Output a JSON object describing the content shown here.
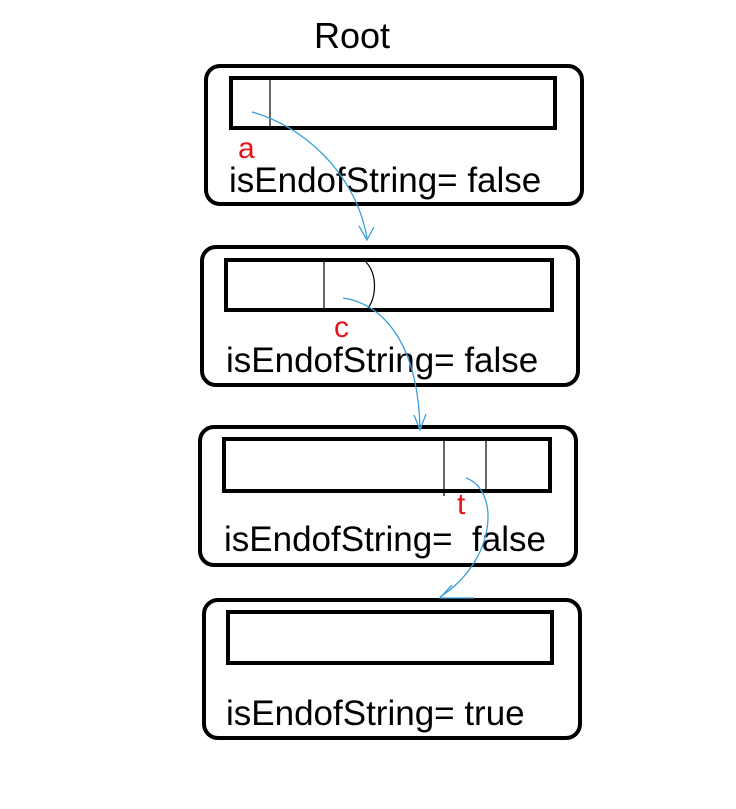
{
  "root_label": "Root",
  "nodes": [
    {
      "text": "isEndofString= false",
      "letter": "a"
    },
    {
      "text": "isEndofString= false",
      "letter": "c"
    },
    {
      "text": "isEndofString=  false",
      "letter": "t"
    },
    {
      "text": "isEndofString= true"
    }
  ],
  "colors": {
    "arrow": "#3aa0d8",
    "letter": "#e8141c",
    "outline": "#000000"
  }
}
